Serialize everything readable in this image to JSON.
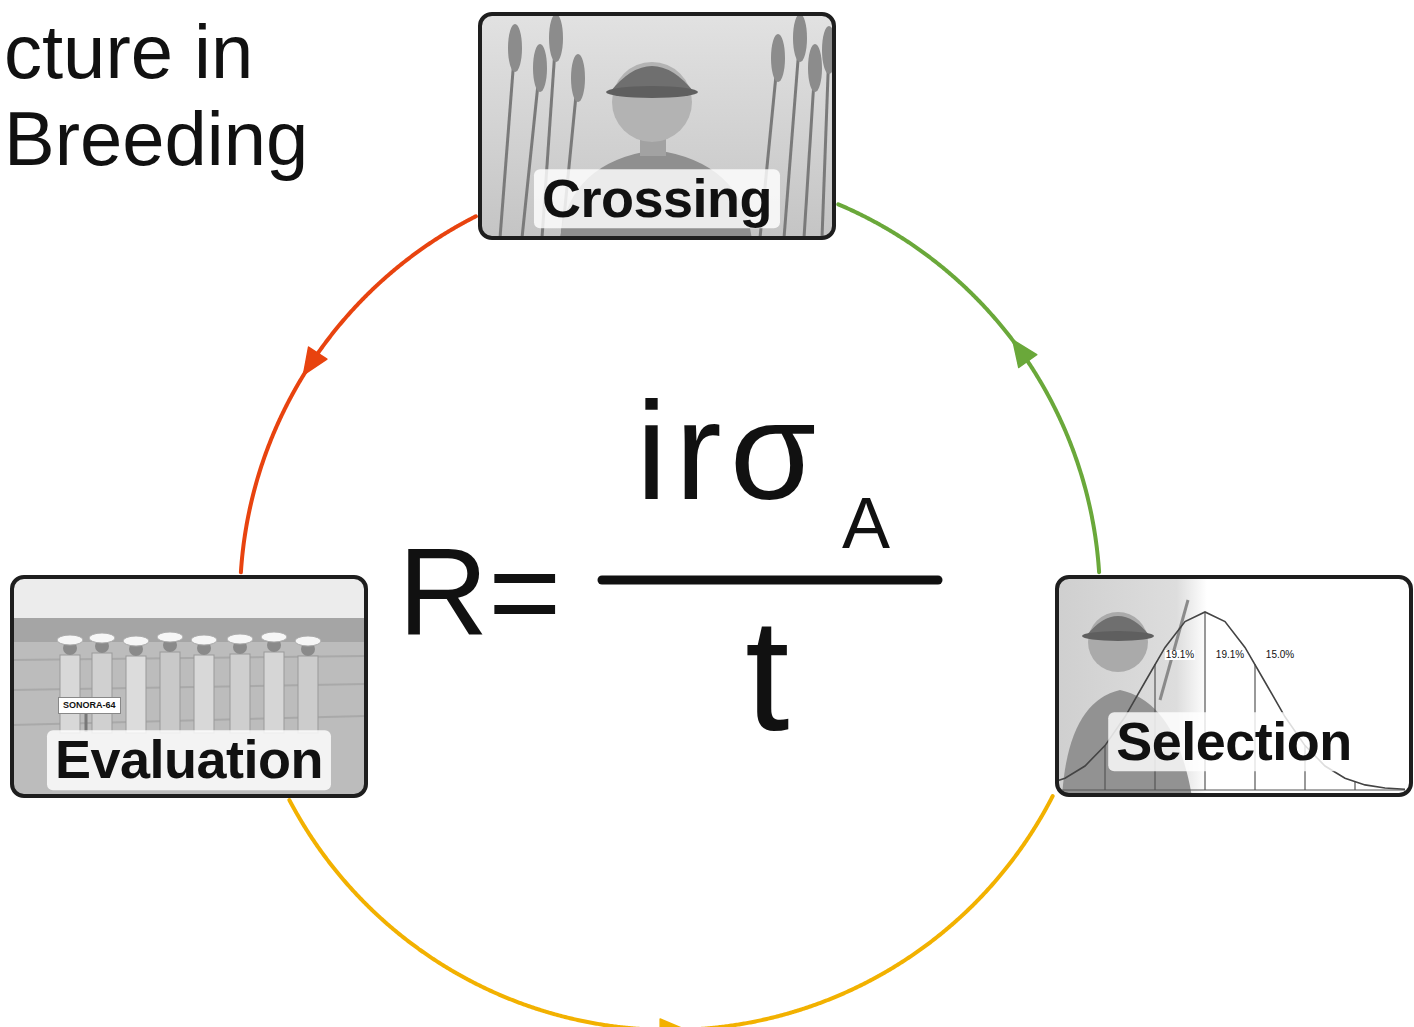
{
  "diagram": {
    "title": "cture in Breeding",
    "nodes": [
      {
        "text": [
          "Crossing"
        ]
      },
      {
        "text": [
          "Evaluation"
        ]
      },
      {
        "text": [
          "Selection"
        ]
      }
    ],
    "edges": [
      {
        "from": 0,
        "to": 1,
        "arrow": "to"
      },
      {
        "from": 1,
        "to": 2,
        "arrow": "to"
      },
      {
        "from": 2,
        "to": 0,
        "arrow": "to"
      }
    ],
    "labels": [
      "R=",
      "irσ",
      "A",
      "t",
      "SONORA-64",
      "19.1%",
      "19.1%",
      "15.0%"
    ]
  }
}
